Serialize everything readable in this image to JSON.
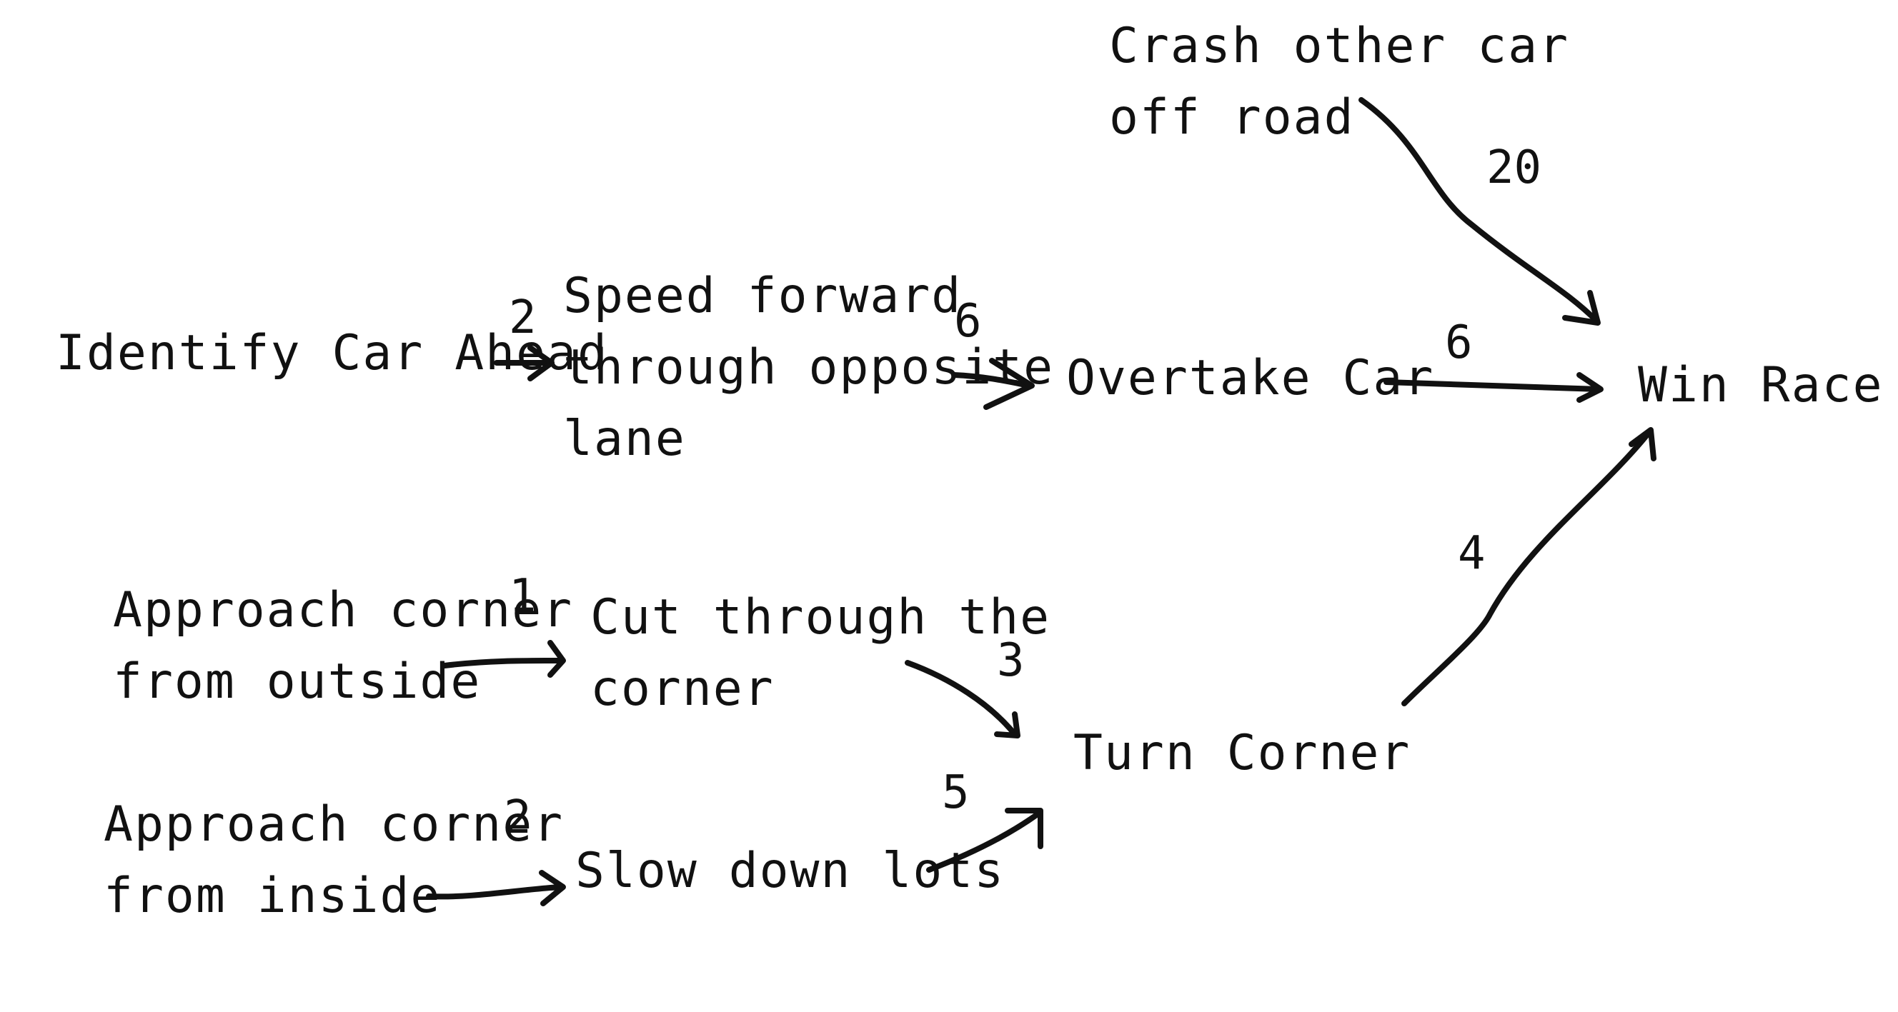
{
  "nodes": {
    "identify_car_ahead": "Identify Car Ahead",
    "speed_forward": "Speed forward\nthrough opposite\nlane",
    "overtake_car": "Overtake Car",
    "crash_other_car": "Crash other car\noff road",
    "win_race": "Win Race",
    "approach_outside": "Approach corner\nfrom outside",
    "cut_through": "Cut through the\ncorner",
    "approach_inside": "Approach corner\nfrom inside",
    "slow_down": "Slow down lots",
    "turn_corner": "Turn Corner"
  },
  "edges": [
    {
      "from": "Identify Car Ahead",
      "to": "Speed forward through opposite lane",
      "weight": "2"
    },
    {
      "from": "Speed forward through opposite lane",
      "to": "Overtake Car",
      "weight": "6"
    },
    {
      "from": "Overtake Car",
      "to": "Win Race",
      "weight": "6"
    },
    {
      "from": "Crash other car off road",
      "to": "Win Race",
      "weight": "20"
    },
    {
      "from": "Turn Corner",
      "to": "Win Race",
      "weight": "4"
    },
    {
      "from": "Approach corner from outside",
      "to": "Cut through the corner",
      "weight": "1"
    },
    {
      "from": "Cut through the corner",
      "to": "Turn Corner",
      "weight": "3"
    },
    {
      "from": "Approach corner from inside",
      "to": "Slow down lots",
      "weight": "2"
    },
    {
      "from": "Slow down lots",
      "to": "Turn Corner",
      "weight": "5"
    }
  ]
}
